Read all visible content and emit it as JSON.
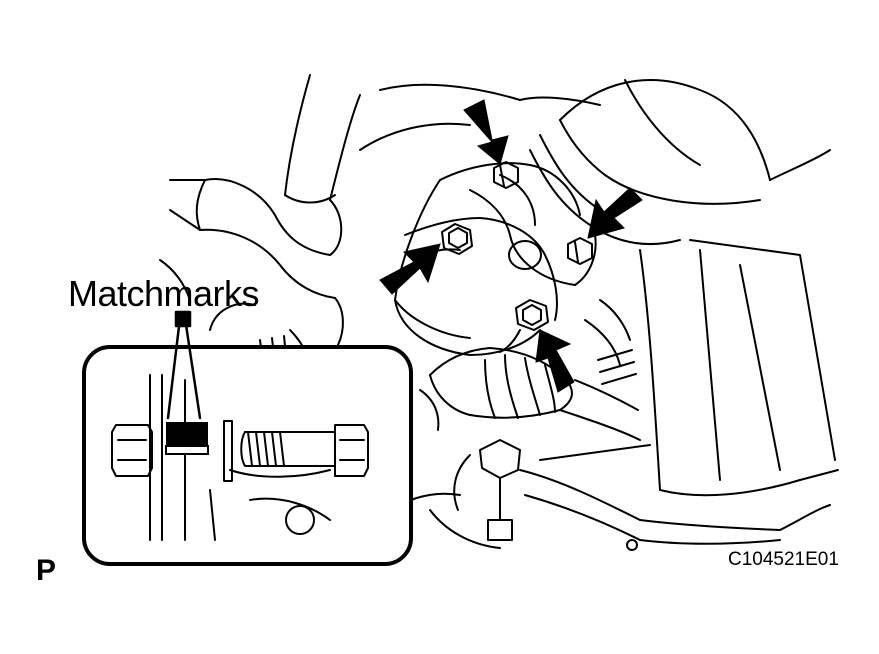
{
  "callout": {
    "label": "Matchmarks"
  },
  "figure": {
    "code": "C104521E01",
    "view_mark": "P"
  },
  "colors": {
    "line": "#000000",
    "background": "#ffffff",
    "marker_fill": "#000000"
  },
  "arrows": {
    "count": 4,
    "target": "bolt"
  }
}
